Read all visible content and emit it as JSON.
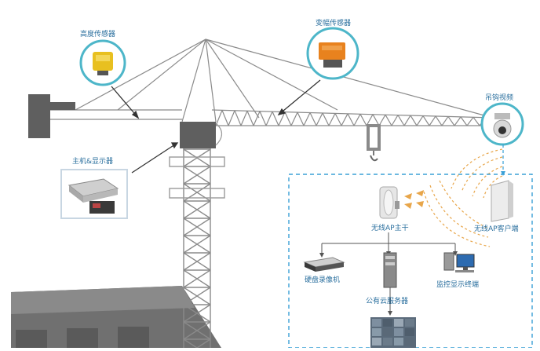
{
  "labels": {
    "height_sensor": "高度传感器",
    "amplitude_sensor": "变幅传感器",
    "hook_video": "吊钩视频",
    "host_display": "主机&显示器",
    "ap_main": "无线AP主干",
    "ap_client": "无线AP客户端",
    "dvr": "硬盘录像机",
    "cloud_server": "公有云服务器",
    "monitor_terminal": "监控显示终端"
  },
  "colors": {
    "crane_line": "#888888",
    "crane_block": "#5f5f5f",
    "callout_ring": "#4db6c9",
    "network_border": "#3aa0d6",
    "label_text": "#2a6f9e",
    "building": "#6e6e6e"
  },
  "icons": [
    "height-sensor-icon",
    "amplitude-sensor-icon",
    "hook-camera-icon",
    "host-display-icon",
    "ap-main-icon",
    "ap-client-icon",
    "dvr-icon",
    "server-icon",
    "monitor-icon",
    "video-wall-icon"
  ]
}
